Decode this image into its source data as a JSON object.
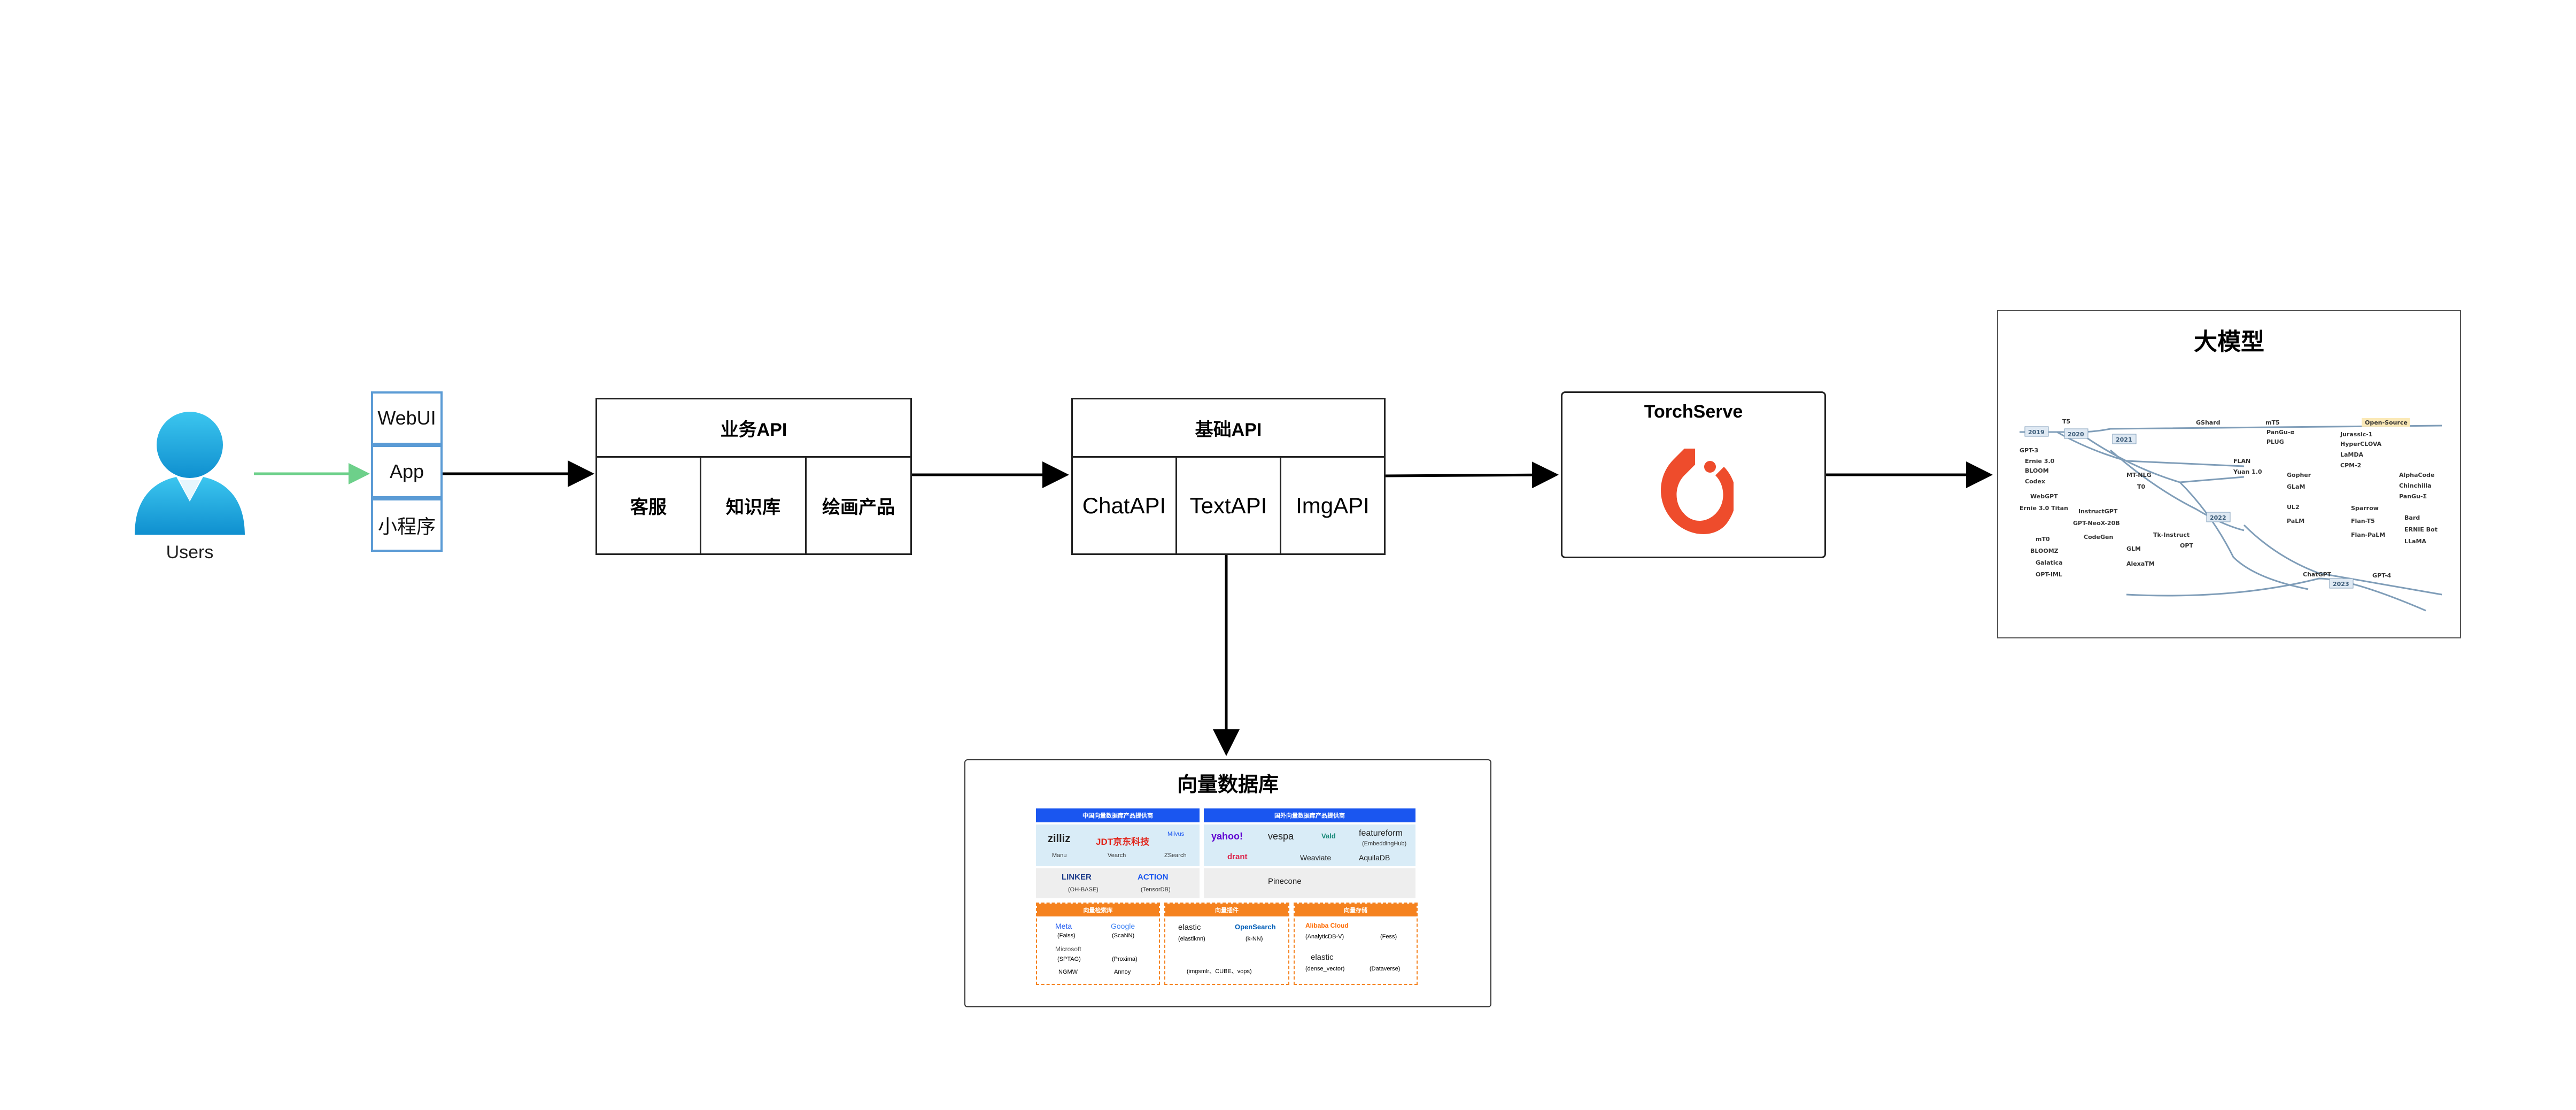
{
  "users": {
    "label": "Users"
  },
  "clients": {
    "items": [
      "WebUI",
      "App",
      "小程序"
    ]
  },
  "business_api": {
    "title": "业务API",
    "items": [
      "客服",
      "知识库",
      "绘画产品"
    ]
  },
  "base_api": {
    "title": "基础API",
    "items": [
      "ChatAPI",
      "TextAPI",
      "ImgAPI"
    ]
  },
  "torchserve": {
    "title": "TorchServe"
  },
  "llm": {
    "title": "大模型"
  },
  "vector_db": {
    "title": "向量数据库",
    "cn_header": "中国向量数据库产品提供商",
    "intl_header": "国外向量数据库产品提供商",
    "cn_row1": [
      "zilliz",
      "JDT京东科技",
      "Milvus",
      "Manu",
      "Vearch",
      "ZSearch"
    ],
    "cn_row2": [
      "LINKER",
      "(OH-BASE)",
      "ACTION",
      "(TensorDB)"
    ],
    "intl_row1": [
      "yahoo!",
      "vespa",
      "Vald",
      "featureform",
      "(EmbeddingHub)"
    ],
    "intl_row2": [
      "drant",
      "Weaviate",
      "AquilaDB"
    ],
    "intl_row3": [
      "Pinecone"
    ],
    "bottom_headers": [
      "向量检索库",
      "向量插件",
      "向量存储"
    ],
    "bottom_col1": [
      "Meta",
      "(Faiss)",
      "Google",
      "(ScaNN)",
      "Microsoft",
      "(SPTAG)",
      "(Proxima)",
      "NGMW",
      "Annoy"
    ],
    "bottom_col2": [
      "elastic",
      "(elastiknn)",
      "OpenSearch",
      "(k-NN)",
      "(imgsmlr、CUBE、vops)"
    ],
    "bottom_col3": [
      "Alibaba Cloud",
      "(AnalyticDB-V)",
      "(Fess)",
      "elastic",
      "(dense_vector)",
      "(Dataverse)"
    ]
  },
  "llm_tree": {
    "years": [
      "2019",
      "2020",
      "2021",
      "2022",
      "2023"
    ],
    "models": [
      "T5",
      "GShard",
      "mT5",
      "PanGu-α",
      "PLUG",
      "Open-Source",
      "Jurassic-1",
      "HyperCLOVA",
      "GPT-3",
      "Ernie 3.0",
      "FLAN",
      "LaMDA",
      "BLOOM",
      "MT-NLG",
      "Yuan 1.0",
      "Gopher",
      "CPM-2",
      "AlphaCode",
      "Codex",
      "T0",
      "GLaM",
      "Chinchilla",
      "WebGPT",
      "UL2",
      "PanGu-Σ",
      "Ernie 3.0 Titan",
      "InstructGPT",
      "PaLM",
      "Sparrow",
      "Bard",
      "GPT-NeoX-20B",
      "Tk-Instruct",
      "Flan-T5",
      "ERNIE Bot",
      "mT0",
      "CodeGen",
      "OPT",
      "Flan-PaLM",
      "LLaMA",
      "BLOOMZ",
      "GLM",
      "Galatica",
      "AlexaTM",
      "ChatGPT",
      "GPT-4",
      "OPT-IML"
    ]
  },
  "colors": {
    "user": "#1ea3d8",
    "client_border": "#5b9bd5",
    "green_arrow": "#6dd08a",
    "pytorch": "#ee4c2c",
    "blue_header": "#1a56f0",
    "orange_header": "#f5821f"
  }
}
